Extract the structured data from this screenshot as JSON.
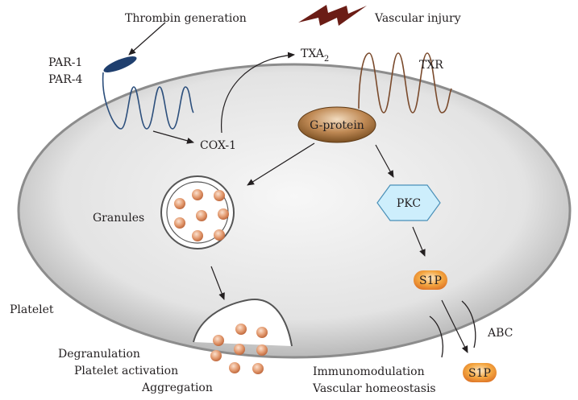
{
  "labels": {
    "thrombin": "Thrombin generation",
    "vascular_injury": "Vascular injury",
    "par1": "PAR-1",
    "par4": "PAR-4",
    "txa2_base": "TXA",
    "txa2_sub": "2",
    "txr": "TXR",
    "g_protein": "G-protein",
    "cox1": "COX-1",
    "granules": "Granules",
    "pkc": "PKC",
    "s1p_inner": "S1P",
    "s1p_outer": "S1P",
    "platelet": "Platelet",
    "abc": "ABC",
    "degranulation": "Degranulation",
    "platelet_activation": "Platelet activation",
    "aggregation": "Aggregation",
    "immunomodulation": "Immunomodulation",
    "vascular_homeostasis": "Vascular homeostasis"
  },
  "colors": {
    "cell_membrane": "#8c8c8c",
    "cell_fill_light": "#f7f7f7",
    "cell_fill_dark": "#a9a9a9",
    "par_receptor": "#1f3f6e",
    "par_coil": "#2c4f7c",
    "txr_coil": "#7a4a2c",
    "g_protein_dark": "#7a4f22",
    "g_protein_light": "#f2dcc0",
    "pkc_fill": "#cdeefc",
    "pkc_stroke": "#4a90b8",
    "s1p_fill": "#f4a640",
    "granule": "#e39a6f",
    "injury_bolt": "#6b1d16"
  },
  "icons": {
    "injury": "lightning-bolt-icon",
    "receptor": "seven-transmembrane-receptor-icon",
    "pkc": "hexagon-icon"
  }
}
